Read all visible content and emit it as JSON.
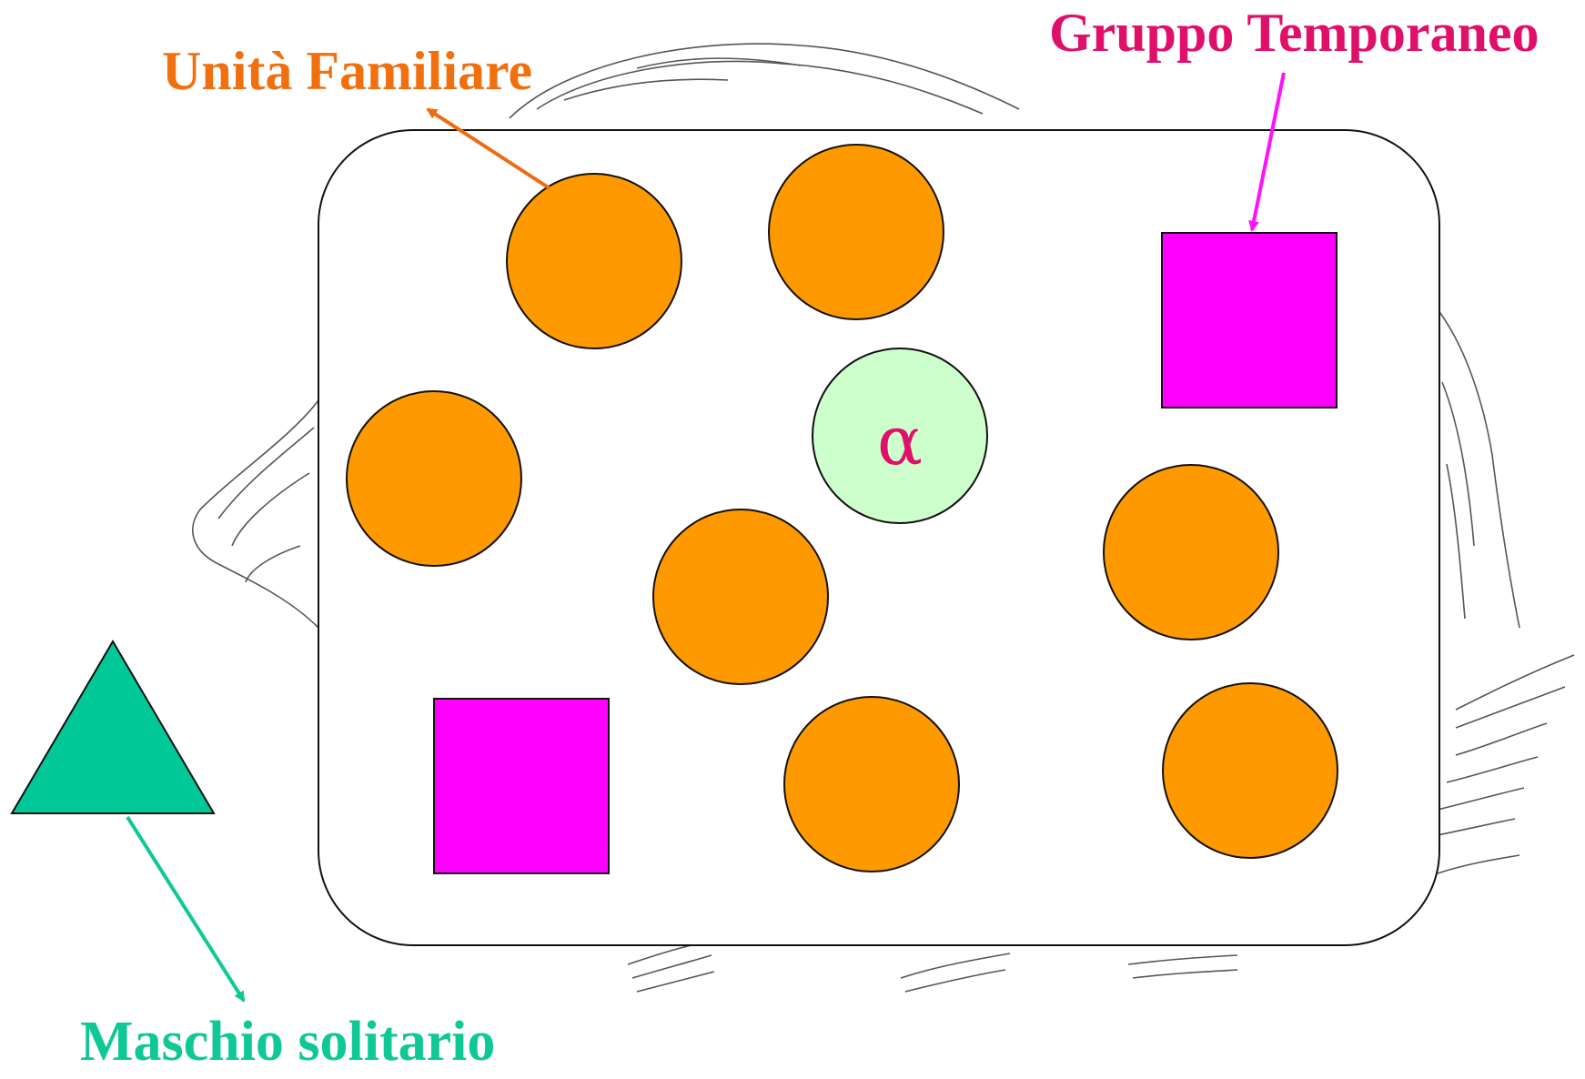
{
  "labels": {
    "family_unit": "Unità Familiare",
    "temporary_group": "Gruppo Temporaneo",
    "solitary_male": "Maschio solitario",
    "alpha": "α"
  },
  "colors": {
    "family_unit_label": "#f07010",
    "temporary_group_label": "#e0106a",
    "solitary_male_label": "#10c896",
    "family_unit_arrow": "#f06a10",
    "temporary_group_arrow": "#ff10ff",
    "solitary_male_arrow": "#10c896",
    "family_unit_circle": "#ff9900",
    "temporary_group_square": "#ff00ff",
    "solitary_male_triangle": "#00c896",
    "alpha_circle": "#ccffcc",
    "alpha_symbol": "#e0106a"
  },
  "counts": {
    "family_units": 7,
    "temporary_groups": 2,
    "alpha": 1,
    "solitary_males": 1
  }
}
